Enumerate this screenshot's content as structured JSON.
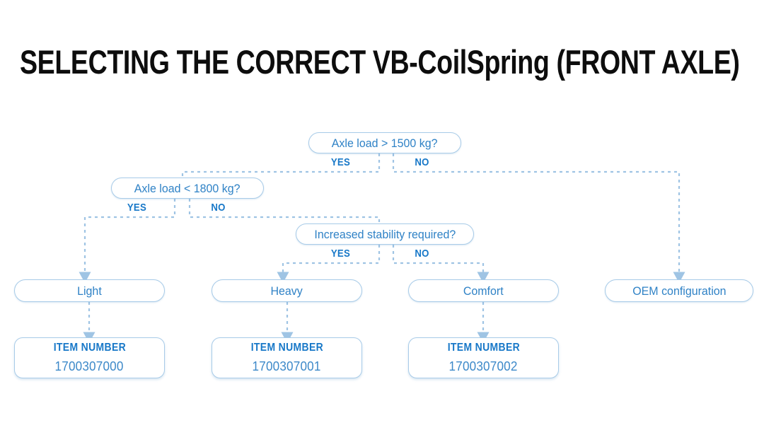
{
  "page": {
    "title": "SELECTING THE CORRECT VB-CoilSpring (FRONT AXLE)",
    "background": "#ffffff"
  },
  "theme": {
    "node_text": "#2f82c6",
    "node_border": "#a8cbe8",
    "branch_label": "#1878c8",
    "connector": "#9fc4e4",
    "title_color": "#0d0d0d"
  },
  "flowchart": {
    "type": "decision-tree",
    "decisions": [
      {
        "id": "d1",
        "label": "Axle load > 1500 kg?",
        "yes_label": "YES",
        "no_label": "NO",
        "yes_target": "d2",
        "no_target": "r4"
      },
      {
        "id": "d2",
        "label": "Axle load < 1800 kg?",
        "yes_label": "YES",
        "no_label": "NO",
        "yes_target": "r1",
        "no_target": "d3"
      },
      {
        "id": "d3",
        "label": "Increased stability required?",
        "yes_label": "YES",
        "no_label": "NO",
        "yes_target": "r2",
        "no_target": "r3"
      }
    ],
    "results": [
      {
        "id": "r1",
        "label": "Light"
      },
      {
        "id": "r2",
        "label": "Heavy"
      },
      {
        "id": "r3",
        "label": "Comfort"
      },
      {
        "id": "r4",
        "label": "OEM configuration"
      }
    ],
    "items": [
      {
        "id": "i1",
        "title": "ITEM NUMBER",
        "value": "1700307000",
        "from": "r1"
      },
      {
        "id": "i2",
        "title": "ITEM NUMBER",
        "value": "1700307001",
        "from": "r2"
      },
      {
        "id": "i3",
        "title": "ITEM NUMBER",
        "value": "1700307002",
        "from": "r3"
      }
    ]
  }
}
